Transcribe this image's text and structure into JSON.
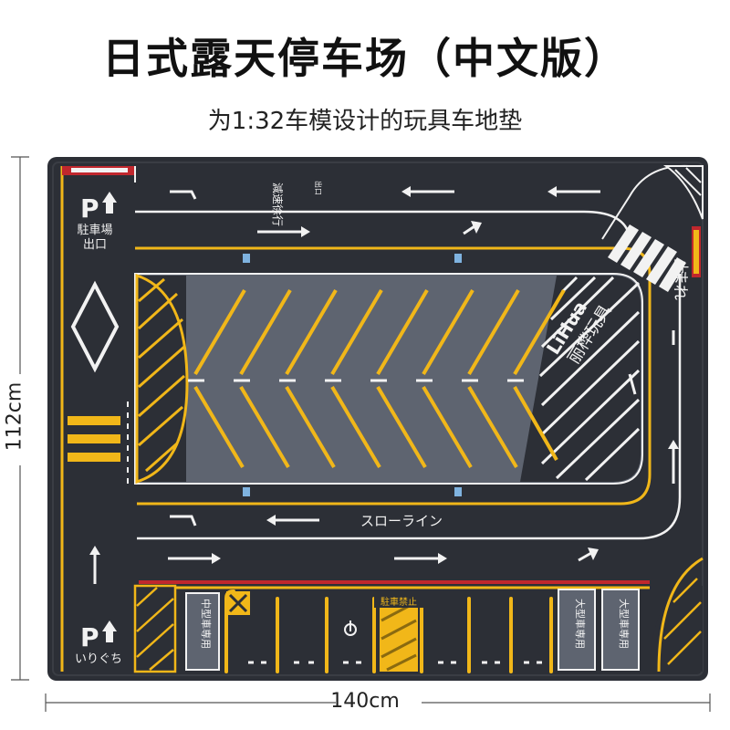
{
  "title": "日式露天停车场（中文版）",
  "subtitle": "为1:32车模设计的玩具车地垫",
  "dimensions": {
    "width": "140cm",
    "height": "112cm"
  },
  "mat": {
    "colors": {
      "asphalt": "#2c2f36",
      "lot": "#5e6470",
      "yellow": "#f1b719",
      "white": "#f2f2f2",
      "red": "#c0272d"
    },
    "texts": {
      "exit_line1": "駐車場",
      "exit_line2": "出口",
      "entrance": "いりぐち",
      "parking_p": "P",
      "slow_down": "減速徐行",
      "exit_small": "出口",
      "stop_line1": "止",
      "stop_line2": "まれ",
      "slow_lane": "スローライン",
      "brand_en": "LiHua",
      "brand_cn": "丽桦玩具",
      "no_parking": "駐車禁止",
      "compact_slot_1": "中型車専用",
      "compact_slot_2": "大型車専用",
      "compact_slot_3": "大型車専用"
    }
  }
}
